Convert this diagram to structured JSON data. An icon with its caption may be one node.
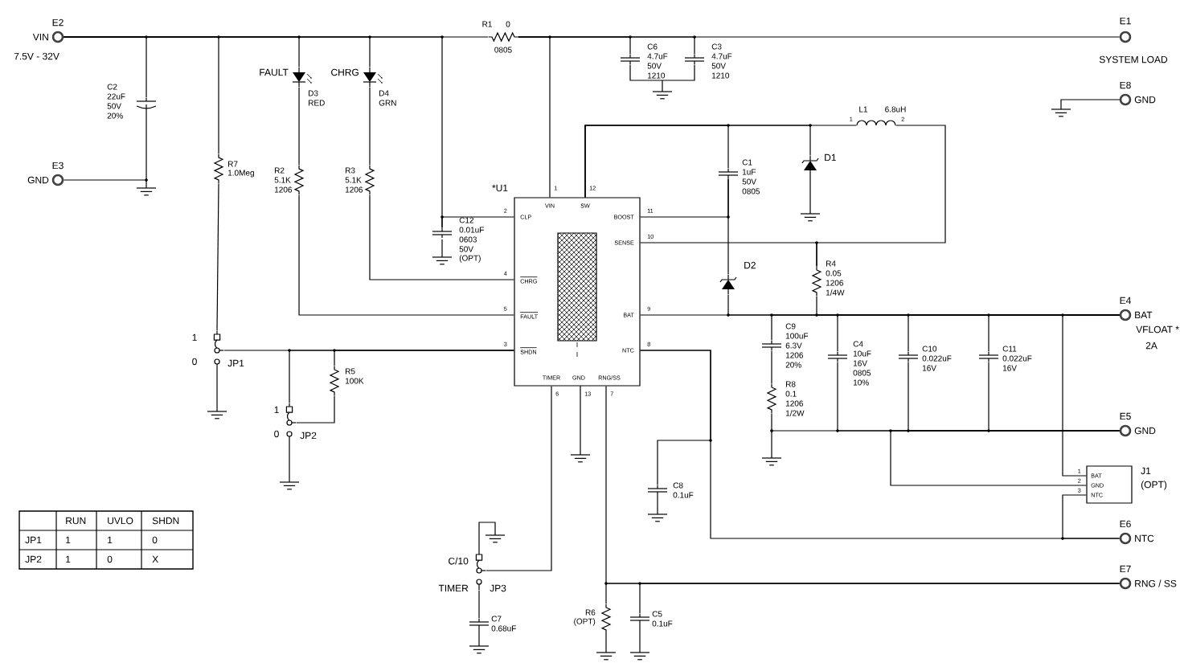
{
  "diagram": {
    "nodes": [
      {
        "text": [
          "E2",
          "VIN"
        ],
        "beside": [
          "7.5V - 32V"
        ]
      },
      {
        "text": [
          "E3",
          "GND"
        ]
      },
      {
        "text": [
          "C2",
          "22uF",
          "50V",
          "20%"
        ]
      },
      {
        "text": [
          "R7",
          "1.0Meg"
        ]
      },
      {
        "text": [
          "D3",
          "RED"
        ],
        "beside": [
          "FAULT"
        ]
      },
      {
        "text": [
          "D4",
          "GRN"
        ],
        "beside": [
          "CHRG"
        ]
      },
      {
        "text": [
          "R2",
          "5.1K",
          "1206"
        ]
      },
      {
        "text": [
          "R3",
          "5.1K",
          "1206"
        ]
      },
      {
        "text": [
          "R1",
          "0",
          "0805"
        ]
      },
      {
        "text": [
          "C6",
          "4.7uF",
          "50V",
          "1210"
        ]
      },
      {
        "text": [
          "C3",
          "4.7uF",
          "50V",
          "1210"
        ]
      },
      {
        "text": [
          "E1",
          "SYSTEM LOAD"
        ]
      },
      {
        "text": [
          "E8",
          "GND"
        ]
      },
      {
        "text": [
          "L1",
          "6.8uH"
        ]
      },
      {
        "text": [
          "D1"
        ]
      },
      {
        "text": [
          "C1",
          "1uF",
          "50V",
          "0805"
        ]
      },
      {
        "text": [
          "C12",
          "0.01uF",
          "0603",
          "50V",
          "(OPT)"
        ]
      },
      {
        "text": [
          "*U1",
          "VIN",
          "SW",
          "CLP",
          "CHRG",
          "FAULT",
          "SHDN",
          "BOOST",
          "SENSE",
          "BAT",
          "NTC",
          "TIMER",
          "GND",
          "RNG/SS"
        ]
      },
      {
        "text": [
          "D2"
        ]
      },
      {
        "text": [
          "R4",
          "0.05",
          "1206",
          "1/4W"
        ]
      },
      {
        "text": [
          "E4",
          "BAT"
        ],
        "beside": [
          "VFLOAT *",
          "2A"
        ]
      },
      {
        "text": [
          "C9",
          "100uF",
          "6.3V",
          "1206",
          "20%"
        ]
      },
      {
        "text": [
          "R8",
          "0.1",
          "1206",
          "1/2W"
        ]
      },
      {
        "text": [
          "C4",
          "10uF",
          "16V",
          "0805",
          "10%"
        ]
      },
      {
        "text": [
          "C10",
          "0.022uF",
          "16V"
        ]
      },
      {
        "text": [
          "C11",
          "0.022uF",
          "16V"
        ]
      },
      {
        "text": [
          "E5",
          "GND"
        ]
      },
      {
        "text": [
          "BAT",
          "GND",
          "NTC"
        ],
        "beside": [
          "J1",
          "(OPT)"
        ]
      },
      {
        "text": [
          "E6",
          "NTC"
        ]
      },
      {
        "text": [
          "E7",
          "RNG / SS"
        ]
      },
      {
        "text": [
          "JP1"
        ],
        "beside": [
          "1",
          "0"
        ]
      },
      {
        "text": [
          "R5",
          "100K"
        ]
      },
      {
        "text": [
          "JP2"
        ],
        "beside": [
          "1",
          "0"
        ]
      },
      {
        "text": [
          "C8",
          "0.1uF"
        ]
      },
      {
        "text": [
          "JP3"
        ],
        "beside": [
          "C/10",
          "TIMER"
        ]
      },
      {
        "text": [
          "C7",
          "0.68uF"
        ]
      },
      {
        "text": [
          "R6",
          "(OPT)"
        ]
      },
      {
        "text": [
          "C5",
          "0.1uF"
        ]
      }
    ],
    "edges": [
      {
        "from": 0,
        "to": 2,
        "arrow": "none"
      },
      {
        "from": 0,
        "to": 3,
        "arrow": "none"
      },
      {
        "from": 0,
        "to": 4,
        "arrow": "none"
      },
      {
        "from": 0,
        "to": 5,
        "arrow": "none"
      },
      {
        "from": 0,
        "to": 16,
        "arrow": "none"
      },
      {
        "from": 0,
        "to": 8,
        "arrow": "none"
      },
      {
        "from": 1,
        "to": 2,
        "arrow": "none"
      },
      {
        "from": 4,
        "to": 6,
        "arrow": "none"
      },
      {
        "from": 5,
        "to": 7,
        "arrow": "none"
      },
      {
        "from": 6,
        "to": 17,
        "arrow": "none"
      },
      {
        "from": 7,
        "to": 17,
        "arrow": "none"
      },
      {
        "from": 16,
        "to": 17,
        "arrow": "none"
      },
      {
        "from": 8,
        "to": 17,
        "arrow": "none"
      },
      {
        "from": 8,
        "to": 9,
        "arrow": "none"
      },
      {
        "from": 8,
        "to": 10,
        "arrow": "none"
      },
      {
        "from": 8,
        "to": 11,
        "arrow": "none"
      },
      {
        "from": 9,
        "to": 10,
        "arrow": "none"
      },
      {
        "from": 17,
        "to": 15,
        "arrow": "none"
      },
      {
        "from": 17,
        "to": 14,
        "arrow": "none"
      },
      {
        "from": 17,
        "to": 13,
        "arrow": "none"
      },
      {
        "from": 17,
        "to": 15,
        "arrow": "none"
      },
      {
        "from": 15,
        "to": 18,
        "arrow": "none"
      },
      {
        "from": 13,
        "to": 19,
        "arrow": "none"
      },
      {
        "from": 17,
        "to": 19,
        "arrow": "none"
      },
      {
        "from": 18,
        "to": 20,
        "arrow": "none"
      },
      {
        "from": 19,
        "to": 20,
        "arrow": "none"
      },
      {
        "from": 17,
        "to": 20,
        "arrow": "none"
      },
      {
        "from": 21,
        "to": 20,
        "arrow": "none"
      },
      {
        "from": 23,
        "to": 20,
        "arrow": "none"
      },
      {
        "from": 24,
        "to": 20,
        "arrow": "none"
      },
      {
        "from": 25,
        "to": 20,
        "arrow": "none"
      },
      {
        "from": 21,
        "to": 22,
        "arrow": "none"
      },
      {
        "from": 22,
        "to": 26,
        "arrow": "none"
      },
      {
        "from": 23,
        "to": 26,
        "arrow": "none"
      },
      {
        "from": 24,
        "to": 26,
        "arrow": "none"
      },
      {
        "from": 25,
        "to": 26,
        "arrow": "none"
      },
      {
        "from": 27,
        "to": 20,
        "arrow": "none"
      },
      {
        "from": 27,
        "to": 26,
        "arrow": "none"
      },
      {
        "from": 27,
        "to": 28,
        "arrow": "none"
      },
      {
        "from": 17,
        "to": 28,
        "arrow": "none"
      },
      {
        "from": 33,
        "to": 17,
        "arrow": "none"
      },
      {
        "from": 17,
        "to": 29,
        "arrow": "none"
      },
      {
        "from": 36,
        "to": 29,
        "arrow": "none"
      },
      {
        "from": 37,
        "to": 29,
        "arrow": "none"
      },
      {
        "from": 17,
        "to": 34,
        "arrow": "none"
      },
      {
        "from": 34,
        "to": 35,
        "arrow": "none"
      },
      {
        "from": 3,
        "to": 30,
        "arrow": "none"
      },
      {
        "from": 30,
        "to": 17,
        "arrow": "none"
      },
      {
        "from": 17,
        "to": 32,
        "arrow": "none"
      },
      {
        "from": 31,
        "to": 17,
        "arrow": "none"
      },
      {
        "from": 31,
        "to": 32,
        "arrow": "none"
      }
    ],
    "labels": [
      "1",
      "12",
      "2",
      "4",
      "5",
      "3",
      "11",
      "10",
      "9",
      "8",
      "6",
      "13",
      "7",
      "1",
      "2",
      "1",
      "2",
      "3",
      "RUN",
      "UVLO",
      "SHDN",
      "JP1",
      "1",
      "1",
      "0",
      "JP2",
      "1",
      "0",
      "X"
    ]
  }
}
